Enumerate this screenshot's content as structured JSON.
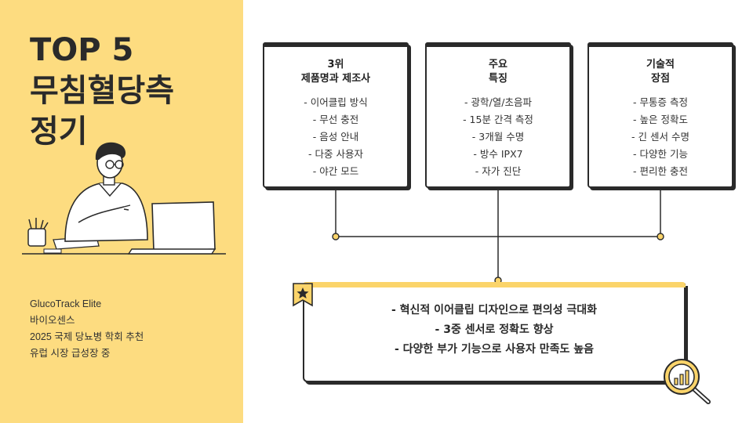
{
  "title_lines": [
    "TOP 5",
    "무침혈당측",
    "정기"
  ],
  "info_lines": [
    "GlucoTrack Elite",
    "바이오센스",
    "2025 국제 당뇨병 학회 추천",
    "유럽 시장 급성장 중"
  ],
  "cards": [
    {
      "title_lines": [
        "3위",
        "제품명과 제조사"
      ],
      "items": [
        "- 이어클립 방식",
        "- 무선 충전",
        "- 음성 안내",
        "- 다중 사용자",
        "- 야간 모드"
      ]
    },
    {
      "title_lines": [
        "주요",
        "특징"
      ],
      "items": [
        "- 광학/열/초음파",
        "- 15분 간격 측정",
        "- 3개월 수명",
        "- 방수 IPX7",
        "- 자가 진단"
      ]
    },
    {
      "title_lines": [
        "기술적",
        "장점"
      ],
      "items": [
        "- 무통증 측정",
        "- 높은 정확도",
        "- 긴 센서 수명",
        "- 다양한 기능",
        "- 편리한 충전"
      ]
    }
  ],
  "summary_items": [
    "- 혁신적 이어클립 디자인으로 편의성 극대화",
    "- 3중 센서로 정확도 향상",
    "- 다양한 부가 기능으로 사용자 만족도 높음"
  ],
  "colors": {
    "panel_background": "#fddc80",
    "accent_yellow": "#fbd46a",
    "ink": "#2a2a2a"
  },
  "icons": [
    "star-icon",
    "magnifier-chart-icon",
    "person-laptop-illustration"
  ]
}
